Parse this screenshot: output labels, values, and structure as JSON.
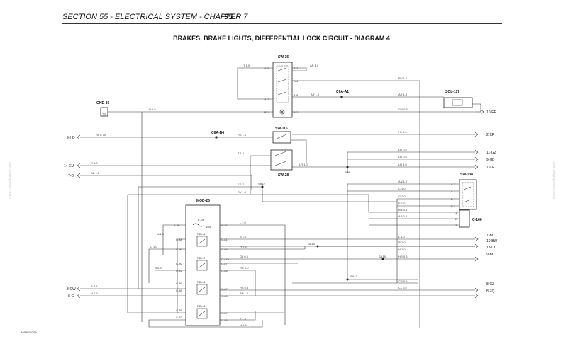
{
  "header": {
    "section": "SECTION 55 - ELECTRICAL SYSTEM - CHAPTER 7",
    "page_number": "95"
  },
  "diagram_title": "BRAKES, BRAKE LIGHTS, DIFFERENTIAL LOCK CIRCUIT - DIAGRAM 4",
  "figure_id": "MP9EGG0A",
  "watermarks": [
    "www.manualsdelpi.com",
    "www.manualsdelpi.com"
  ],
  "components": {
    "sw36": "SW-36",
    "sw116": "SW-116",
    "sw28": "SW-28",
    "sw138": "SW-138",
    "sol117": "SOL-117",
    "gnd36": "GND-36",
    "c6a_a1": "C6A-A1",
    "c6a_b4": "C6A-B4",
    "c166": "C-166",
    "mod25": "MOD-25",
    "relays": [
      "REL-1",
      "REL-2",
      "REL-3",
      "REL-4"
    ],
    "fuse": "F-19",
    "fuse_rating": "15A"
  },
  "terminals": {
    "left": [
      "9-HD",
      "14-EM",
      "7-D",
      "8-CW",
      "8-C"
    ],
    "right": [
      "10-EF",
      "2-XF",
      "11-GZ",
      "9-HB",
      "7-CF",
      "7-BD",
      "10-BW",
      "13-CC",
      "9-BU",
      "8-CZ",
      "8-ZQ"
    ]
  },
  "splices": [
    "SA12",
    "SA5",
    "SA15",
    "SA18",
    "SA17"
  ],
  "pins": {
    "sw36": [
      "A-1",
      "A-2",
      "A-3",
      "A-4",
      "A-7",
      "A-8",
      "B-1",
      "B-2"
    ],
    "sw138": [
      "A-2",
      "A-1",
      "B-1",
      "B-2"
    ],
    "c166": [
      "1",
      "2",
      "3"
    ],
    "mod25_left": [
      "A-96",
      "C-38",
      "C-96",
      "C-80",
      "C-82",
      "C-86",
      "C-86",
      "C-38",
      "C-82"
    ],
    "mod25_right": [
      "A-16",
      "C-81",
      "C-86",
      "C-87a",
      "C-87",
      "C-86",
      "C-87",
      "C-85",
      "C-87",
      "C-85"
    ]
  },
  "wire_labels": {
    "sw36_a3": "T 1.0",
    "sw36_a2": "AR 1.0",
    "sw36_a4": "RV 1.0",
    "sw36_a8": "AR 1.0",
    "sol_in": "AR 1.0",
    "gnd_b1": "N 0.5",
    "b2_out": "GN 0.5",
    "hd_in": "RL 0.75",
    "sw116_in": "RS 1.0",
    "sw116_out": "HL 1.0",
    "mid_z": "Z 1.0",
    "lr1": "LR 0.5",
    "lr2": "LR 0.5",
    "lr3": "LR 1.0",
    "em_in": "R 1.0",
    "sw28_a": "LR 1.0",
    "ab1": "AB 1.0",
    "c1": "C 1.0",
    "g1": "G 1.0",
    "an": "AN 1.0",
    "e1": "E 1.0",
    "rv2": "RV 1.0",
    "bn": "BN 0.5",
    "ar05": "AR 0.5",
    "mod_l": "L 1.0",
    "mod_r": "R 1.0",
    "mod_b": "B 1.0",
    "mod_h": "H 0.5",
    "mod_gl": "GL 0.5",
    "mod_rc": "RC 1.0",
    "mod_hs": "HS 0.5",
    "mod_bn": "BN 1.0",
    "mod_z": "Z 1.0",
    "mod_n": "N 0.5",
    "left_a1": "A 1.0",
    "left_c": "C 1.0",
    "n05b": "N 0.5",
    "cw_in": "B 0.5",
    "c_in": "N 0.5",
    "out_l": "L 1.0",
    "out_r": "R 1.0",
    "out_h": "H 1.0",
    "out_hr": "HR 0.5",
    "out_cr": "CR 0.5",
    "out_cl": "CL 0.5"
  }
}
